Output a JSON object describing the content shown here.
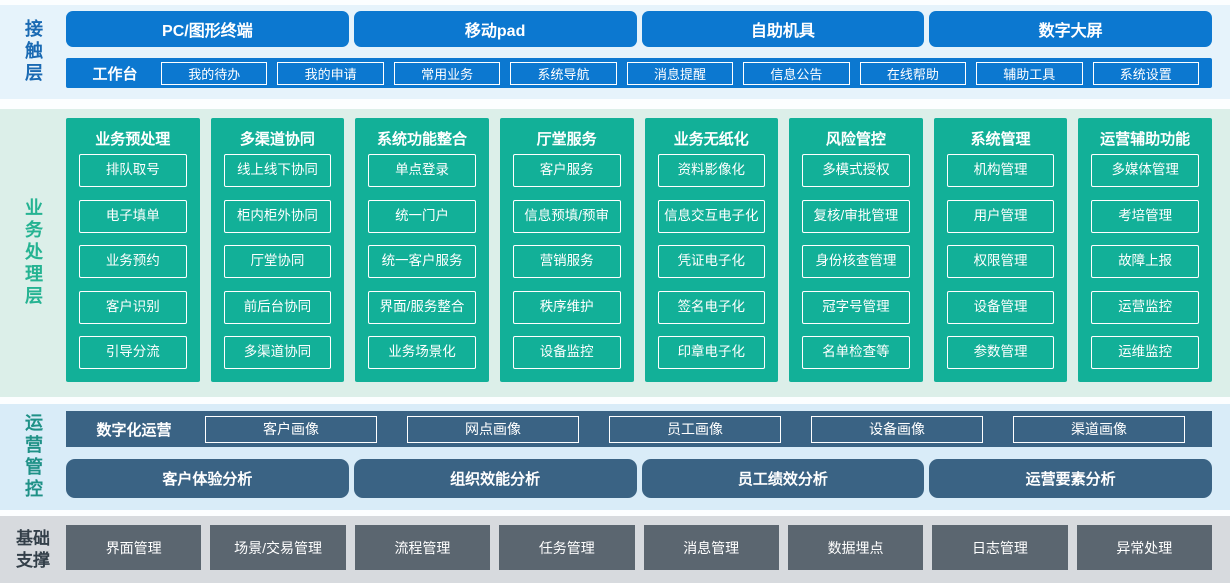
{
  "layers": {
    "contact": {
      "label": "接触层",
      "terminals": [
        "PC/图形终端",
        "移动pad",
        "自助机具",
        "数字大屏"
      ],
      "workbench": {
        "label": "工作台",
        "items": [
          "我的待办",
          "我的申请",
          "常用业务",
          "系统导航",
          "消息提醒",
          "信息公告",
          "在线帮助",
          "辅助工具",
          "系统设置"
        ]
      }
    },
    "business": {
      "label": "业务处理层",
      "columns": [
        {
          "title": "业务预处理",
          "items": [
            "排队取号",
            "电子填单",
            "业务预约",
            "客户识别",
            "引导分流"
          ]
        },
        {
          "title": "多渠道协同",
          "items": [
            "线上线下协同",
            "柜内柜外协同",
            "厅堂协同",
            "前后台协同",
            "多渠道协同"
          ]
        },
        {
          "title": "系统功能整合",
          "items": [
            "单点登录",
            "统一门户",
            "统一客户服务",
            "界面/服务整合",
            "业务场景化"
          ]
        },
        {
          "title": "厅堂服务",
          "items": [
            "客户服务",
            "信息预填/预审",
            "营销服务",
            "秩序维护",
            "设备监控"
          ]
        },
        {
          "title": "业务无纸化",
          "items": [
            "资料影像化",
            "信息交互电子化",
            "凭证电子化",
            "签名电子化",
            "印章电子化"
          ]
        },
        {
          "title": "风险管控",
          "items": [
            "多模式授权",
            "复核/审批管理",
            "身份核查管理",
            "冠字号管理",
            "名单检查等"
          ]
        },
        {
          "title": "系统管理",
          "items": [
            "机构管理",
            "用户管理",
            "权限管理",
            "设备管理",
            "参数管理"
          ]
        },
        {
          "title": "运营辅助功能",
          "items": [
            "多媒体管理",
            "考培管理",
            "故障上报",
            "运营监控",
            "运维监控"
          ]
        }
      ]
    },
    "operations": {
      "label": "运营管控",
      "digital": {
        "label": "数字化运营",
        "items": [
          "客户画像",
          "网点画像",
          "员工画像",
          "设备画像",
          "渠道画像"
        ]
      },
      "analysis": [
        "客户体验分析",
        "组织效能分析",
        "员工绩效分析",
        "运营要素分析"
      ]
    },
    "foundation": {
      "label": "基础支撑",
      "items": [
        "界面管理",
        "场景/交易管理",
        "流程管理",
        "任务管理",
        "消息管理",
        "数据埋点",
        "日志管理",
        "异常处理"
      ]
    }
  },
  "colors": {
    "primary_blue": "#0c78d0",
    "teal_green": "#12b098",
    "slate_blue": "#3a6384",
    "dark_gray_box": "#5b6670",
    "contact_strip_bg": "#e6f3fb",
    "business_strip_bg": "#dcefe9",
    "ops_strip_bg": "#d9ecf8",
    "foundation_strip_bg": "#d7dade",
    "contact_label_color": "#1a6ab3",
    "business_label_color": "#25b392",
    "ops_label_color": "#1f9187",
    "foundation_label_color": "#333f49"
  }
}
